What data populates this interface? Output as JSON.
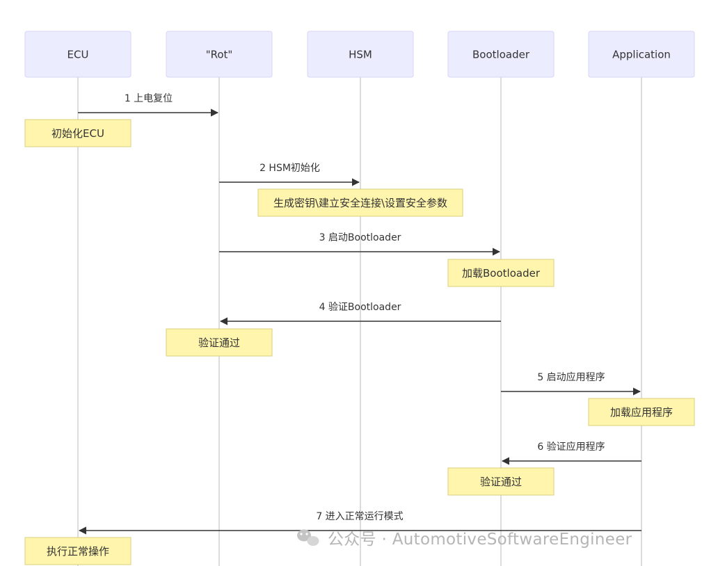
{
  "diagram": {
    "participants": [
      "ECU",
      "\"Rot\"",
      "HSM",
      "Bootloader",
      "Application"
    ],
    "messages": [
      {
        "label": "1 上电复位",
        "from": 0,
        "to": 1
      },
      {
        "label": "2 HSM初始化",
        "from": 1,
        "to": 2
      },
      {
        "label": "3 启动Bootloader",
        "from": 1,
        "to": 3
      },
      {
        "label": "4 验证Bootloader",
        "from": 3,
        "to": 1
      },
      {
        "label": "5 启动应用程序",
        "from": 3,
        "to": 4
      },
      {
        "label": "6 验证应用程序",
        "from": 4,
        "to": 3
      },
      {
        "label": "7 进入正常运行模式",
        "from": 4,
        "to": 0
      }
    ],
    "notes": [
      {
        "text": "初始化ECU",
        "over": 0
      },
      {
        "text": "生成密钥\\建立安全连接\\设置安全参数",
        "over": 2
      },
      {
        "text": "加载Bootloader",
        "over": 3
      },
      {
        "text": "验证通过",
        "over": 1
      },
      {
        "text": "加载应用程序",
        "over": 4
      },
      {
        "text": "验证通过",
        "over": 3
      },
      {
        "text": "执行正常操作",
        "over": 0
      }
    ]
  },
  "watermark": {
    "icon": "wechat-icon",
    "text": "公众号 · AutomotiveSoftwareEngineer"
  },
  "colors": {
    "actor_fill": "#ececff",
    "note_fill": "#fff5ad",
    "line": "#333333",
    "lifeline": "#d0d0d0"
  }
}
